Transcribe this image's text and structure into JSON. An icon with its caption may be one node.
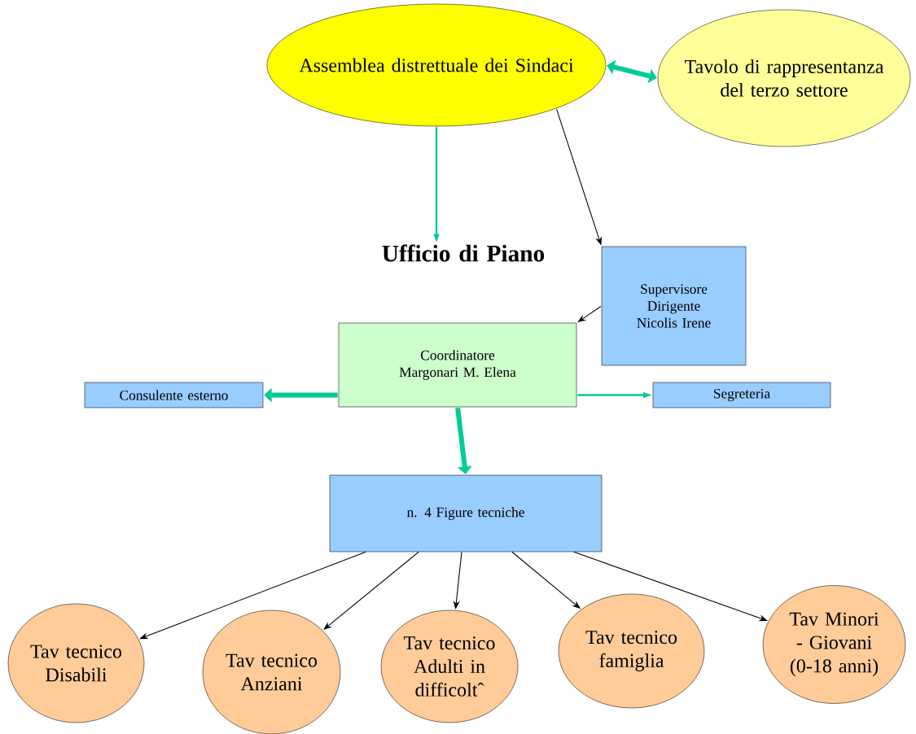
{
  "diagram": {
    "nodes": [
      {
        "text": [
          "Assemblea distrettuale dei Sindaci"
        ]
      },
      {
        "text": [
          "Tavolo di rappresentanza del terzo settore"
        ]
      },
      {
        "text": [
          "Ufficio di Piano"
        ]
      },
      {
        "text": [
          "Supervisore Dirigente Nicolis Irene"
        ]
      },
      {
        "text": [
          "Coordinatore Margonari M. Elena"
        ]
      },
      {
        "text": [
          "Consulente esterno"
        ]
      },
      {
        "text": [
          "Segreteria"
        ]
      },
      {
        "text": [
          "n. 4  Figure tecniche"
        ]
      },
      {
        "text": [
          "Tav tecnico Disabili"
        ]
      },
      {
        "text": [
          "Tav tecnico Anziani"
        ]
      },
      {
        "text": [
          "Tav tecnico Adulti in difficoltˆ"
        ]
      },
      {
        "text": [
          "Tav tecnico famiglia"
        ]
      },
      {
        "text": [
          "Tav Minori - Giovani (0-18 anni)"
        ]
      }
    ],
    "edges": [
      {
        "from": 0,
        "to": 1,
        "arrow": "both",
        "style": "thick",
        "color": "#00cc99"
      },
      {
        "from": 0,
        "to": 2,
        "arrow": "to",
        "color": "#00cc99"
      },
      {
        "from": 0,
        "to": 3,
        "arrow": "to",
        "color": "#000000"
      },
      {
        "from": 3,
        "to": 4,
        "arrow": "to",
        "color": "#000000"
      },
      {
        "from": 4,
        "to": 5,
        "arrow": "to",
        "style": "thick",
        "color": "#00cc99"
      },
      {
        "from": 4,
        "to": 6,
        "arrow": "to",
        "color": "#00cc99"
      },
      {
        "from": 4,
        "to": 7,
        "arrow": "to",
        "style": "thick",
        "color": "#00cc99"
      },
      {
        "from": 7,
        "to": 8,
        "arrow": "to",
        "color": "#000000"
      },
      {
        "from": 7,
        "to": 9,
        "arrow": "to",
        "color": "#000000"
      },
      {
        "from": 7,
        "to": 10,
        "arrow": "to",
        "color": "#000000"
      },
      {
        "from": 7,
        "to": 11,
        "arrow": "to",
        "color": "#000000"
      },
      {
        "from": 7,
        "to": 12,
        "arrow": "to",
        "color": "#000000"
      }
    ]
  }
}
